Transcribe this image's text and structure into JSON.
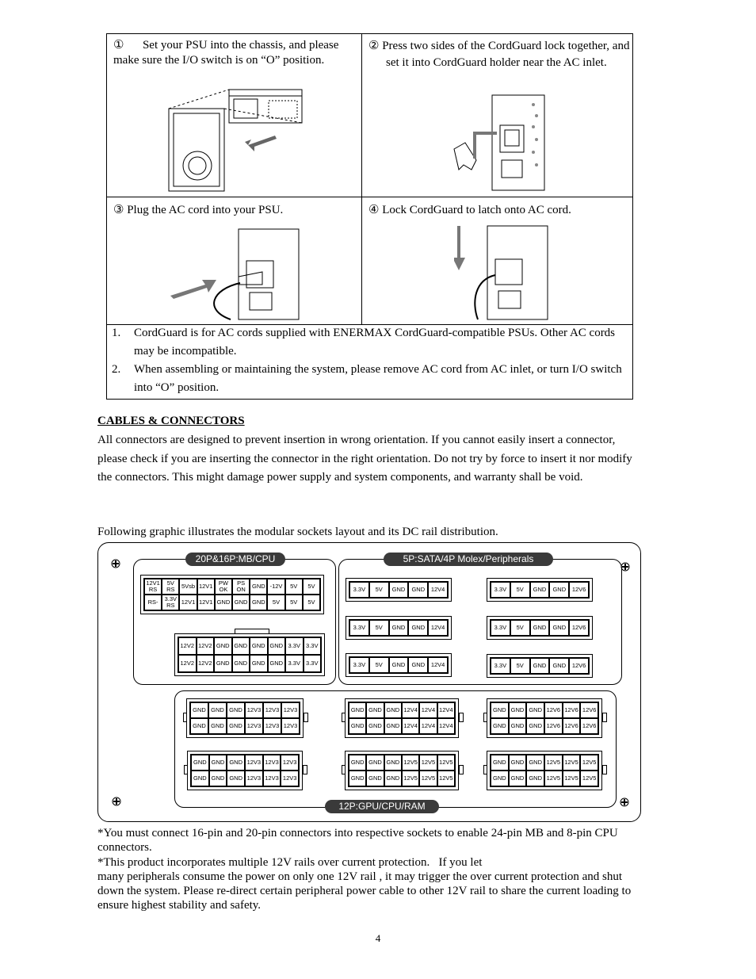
{
  "steps": [
    {
      "marker": "①",
      "text": "Set your PSU into the chassis, and please make sure the I/O switch is on “O” position."
    },
    {
      "marker": "②",
      "text": "Press two sides of the CordGuard lock together, and set it into CordGuard holder near the AC inlet."
    },
    {
      "marker": "③",
      "text": "Plug the AC cord into your PSU."
    },
    {
      "marker": "④",
      "text": "Lock CordGuard to latch onto AC cord."
    }
  ],
  "notes": [
    {
      "num": "1.",
      "text": "CordGuard is for AC cords supplied with ENERMAX CordGuard-compatible PSUs. Other AC cords may be incompatible."
    },
    {
      "num": "2.",
      "text": "When assembling or maintaining the system, please remove AC cord from AC inlet, or turn I/O switch into “O” position."
    }
  ],
  "section": {
    "heading": "CABLES & CONNECTORS",
    "paragraph1": "All connectors are designed to prevent insertion in wrong orientation. If you cannot easily insert a connector, please check if you are inserting the connector in the right orientation. Do not try by force to insert it nor modify the connectors. This might damage power supply and system components, and warranty shall be void.",
    "paragraph2": "Following graphic illustrates the modular sockets layout and its DC rail distribution."
  },
  "diagram": {
    "labels": {
      "mb_cpu": "20P&16P:MB/CPU",
      "sata": "5P:SATA/4P Molex/Peripherals",
      "gpu": "12P:GPU/CPU/RAM"
    },
    "mb20": {
      "top": [
        "12V1 RS",
        "5V RS",
        "5Vsb",
        "12V1",
        "PW OK",
        "PS ON",
        "GND",
        "-12V",
        "5V",
        "5V"
      ],
      "bottom": [
        "RS-",
        "3.3V RS",
        "12V1",
        "12V1",
        "GND",
        "GND",
        "GND",
        "5V",
        "5V",
        "5V"
      ]
    },
    "cpu16": {
      "top": [
        "12V2",
        "12V2",
        "GND",
        "GND",
        "GND",
        "GND",
        "3.3V",
        "3.3V"
      ],
      "bottom": [
        "12V2",
        "12V2",
        "GND",
        "GND",
        "GND",
        "GND",
        "3.3V",
        "3.3V"
      ]
    },
    "sata_left": [
      "3.3V",
      "5V",
      "GND",
      "GND",
      "12V4"
    ],
    "sata_right": [
      "3.3V",
      "5V",
      "GND",
      "GND",
      "12V6"
    ],
    "gpu_sockets": [
      [
        "GND",
        "GND",
        "GND",
        "12V3",
        "12V3",
        "12V3"
      ],
      [
        "GND",
        "GND",
        "GND",
        "12V4",
        "12V4",
        "12V4"
      ],
      [
        "GND",
        "GND",
        "GND",
        "12V6",
        "12V6",
        "12V6"
      ],
      [
        "GND",
        "GND",
        "GND",
        "12V3",
        "12V3",
        "12V3"
      ],
      [
        "GND",
        "GND",
        "GND",
        "12V5",
        "12V5",
        "12V5"
      ],
      [
        "GND",
        "GND",
        "GND",
        "12V5",
        "12V5",
        "12V5"
      ]
    ]
  },
  "footnotes": {
    "n1": "*You must connect 16-pin and 20-pin connectors into respective sockets to enable 24-pin MB and 8-pin CPU connectors.",
    "n2a": "*This product incorporates multiple 12V rails over current protection.   If you let",
    "n2b": "many peripherals consume the power on only one 12V rail , it may trigger the over current protection and shut down the system. Please re-direct certain peripheral power cable to other 12V rail to share the current loading to ensure highest stability and safety."
  },
  "page_number": "4"
}
